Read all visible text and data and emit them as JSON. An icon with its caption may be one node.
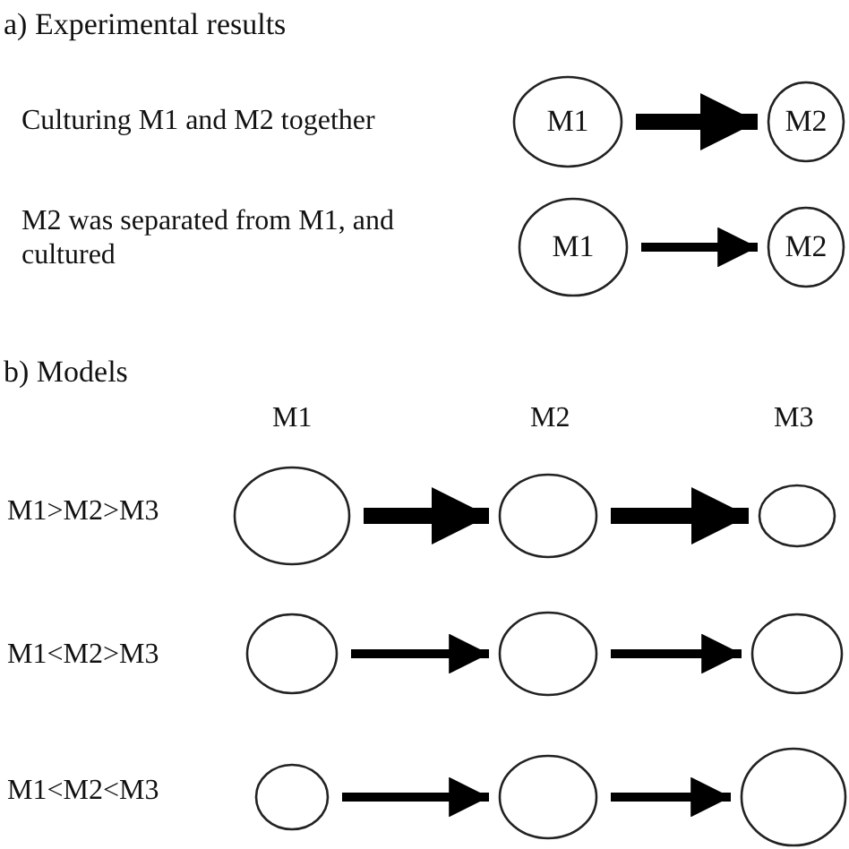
{
  "diagram": {
    "nodes": [
      {
        "text": [
          "M1"
        ]
      },
      {
        "text": [
          "M2"
        ]
      },
      {
        "text": [
          "M1"
        ]
      },
      {
        "text": [
          "M2"
        ]
      },
      {
        "text": [],
        "shape": "circle"
      },
      {
        "text": [],
        "shape": "circle"
      },
      {
        "text": [],
        "shape": "circle"
      },
      {
        "text": [],
        "shape": "circle"
      },
      {
        "text": [],
        "shape": "circle"
      },
      {
        "text": [],
        "shape": "circle"
      },
      {
        "text": [],
        "shape": "circle"
      },
      {
        "text": [],
        "shape": "circle"
      },
      {
        "text": [],
        "shape": "circle"
      }
    ],
    "edges": [
      {
        "from": 0,
        "to": 1,
        "arrow": "to",
        "style": "thick"
      },
      {
        "from": 2,
        "to": 3,
        "arrow": "to"
      },
      {
        "from": 4,
        "to": 5,
        "arrow": "to",
        "style": "thick"
      },
      {
        "from": 5,
        "to": 6,
        "arrow": "to",
        "style": "thick"
      },
      {
        "from": 7,
        "to": 8,
        "arrow": "to"
      },
      {
        "from": 8,
        "to": 9,
        "arrow": "to"
      },
      {
        "from": 10,
        "to": 11,
        "arrow": "to"
      },
      {
        "from": 11,
        "to": 12,
        "arrow": "to"
      }
    ],
    "labels": [
      "a) Experimental results",
      "Culturing M1 and M2 together",
      "M2 was separated from M1, and cultured",
      "b) Models",
      "M1",
      "M2",
      "M3",
      "M1>M2>M3",
      "M1<M2>M3",
      "M1<M2<M3"
    ]
  }
}
